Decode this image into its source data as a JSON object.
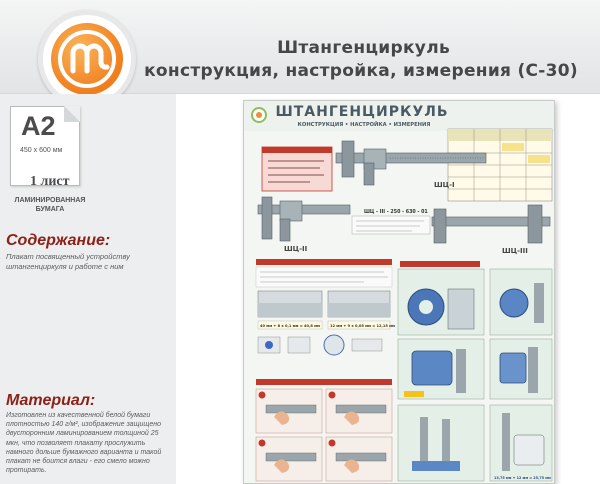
{
  "header": {
    "title_line1": "Штангенциркуль",
    "title_line2": "конструкция, настройка, измерения (С-30)"
  },
  "format": {
    "size": "A2",
    "dimensions": "450 x 600 мм",
    "sheets": "1 лист",
    "paper": "ЛАМИНИРОВАННАЯ БУМАГА"
  },
  "contents": {
    "title": "Содержание:",
    "text": "Плакат посвященный устройству штангенциркуля и работе с ним"
  },
  "material": {
    "title": "Материал:",
    "text": "Изготовлен из качественной белой бумаги плотностью 140 г/м², изображение защищено двусторонним ламинированием толщиной 25 мкн, что позволяет плакату прослужить намного дольше бумажного варианта и такой плакат не боится влаги - его смело можно протирать."
  },
  "poster": {
    "title": "ШТАНГЕНЦИРКУЛЬ",
    "subtitle": "КОНСТРУКЦИЯ • НАСТРОЙКА • ИЗМЕРЕНИЯ",
    "labels": {
      "model_1": "ШЦ-I",
      "model_2": "ШЦ-II",
      "model_3": "ШЦ-III",
      "designation": "ШЦ - III - 250 - 630 - 01",
      "reading_example_1": "40 мм + 8 х 0,1 мм = 40,8 мм",
      "reading_example_2": "12 мм + 9 х 0,05 мм = 12,15 мм",
      "reading_example_3": "13,75 мм + 12 мм = 25,75 мм"
    }
  },
  "colors": {
    "accent_red": "#8d2118",
    "logo_orange": "#f07e1d",
    "title_gray": "#454748",
    "panel_bg": "#eceeef"
  }
}
